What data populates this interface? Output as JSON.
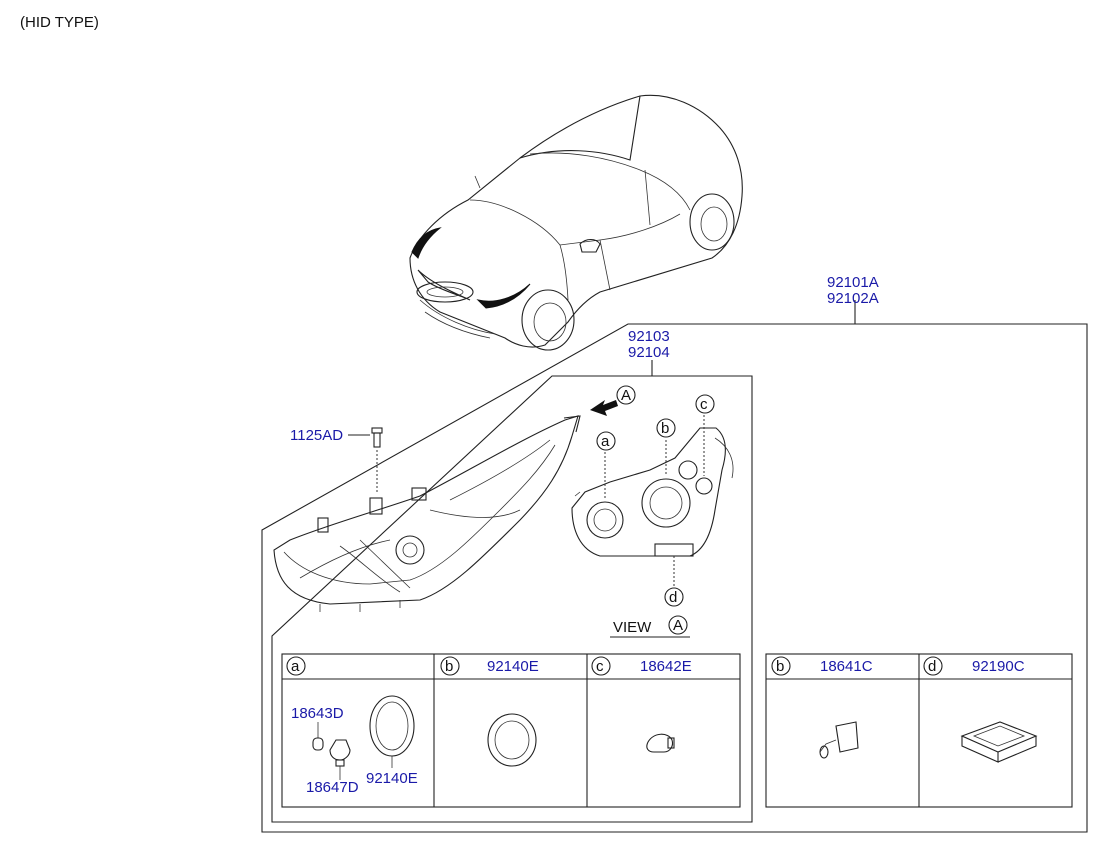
{
  "header": {
    "title": "(HID TYPE)"
  },
  "labels": {
    "assembly_1": "92101A",
    "assembly_2": "92102A",
    "lamp_1": "92103",
    "lamp_2": "92104",
    "bolt": "1125AD",
    "view_text": "VIEW",
    "view_letter": "A",
    "arrow_letter": "A",
    "callout_a": "a",
    "callout_b": "b",
    "callout_c": "c",
    "callout_d": "d"
  },
  "table_left": {
    "cells": [
      {
        "letter": "a",
        "part": ""
      },
      {
        "letter": "b",
        "part": "92140E"
      },
      {
        "letter": "c",
        "part": "18642E"
      }
    ],
    "cell_a_parts": [
      "18643D",
      "18647D",
      "92140E"
    ]
  },
  "table_right": {
    "cells": [
      {
        "letter": "b",
        "part": "18641C"
      },
      {
        "letter": "d",
        "part": "92190C"
      }
    ]
  },
  "colors": {
    "part_number": "#1a1aa8",
    "line": "#222222",
    "text": "#111111"
  }
}
